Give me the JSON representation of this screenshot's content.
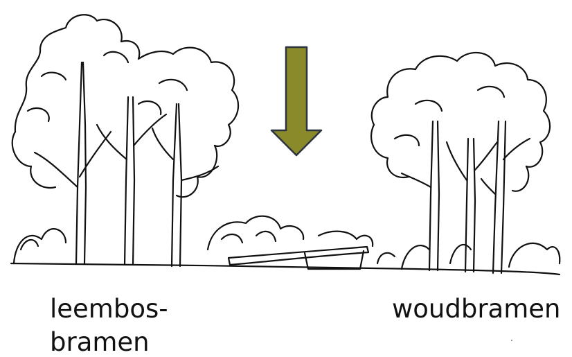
{
  "captions": {
    "left_line1": "leembos-",
    "left_line2": "bramen",
    "right": "woudbramen"
  },
  "colors": {
    "arrow_fill": "#8a8a2a",
    "arrow_stroke": "#2b3440",
    "ink": "#111111"
  },
  "icons": {
    "arrow": "down-arrow-icon"
  }
}
